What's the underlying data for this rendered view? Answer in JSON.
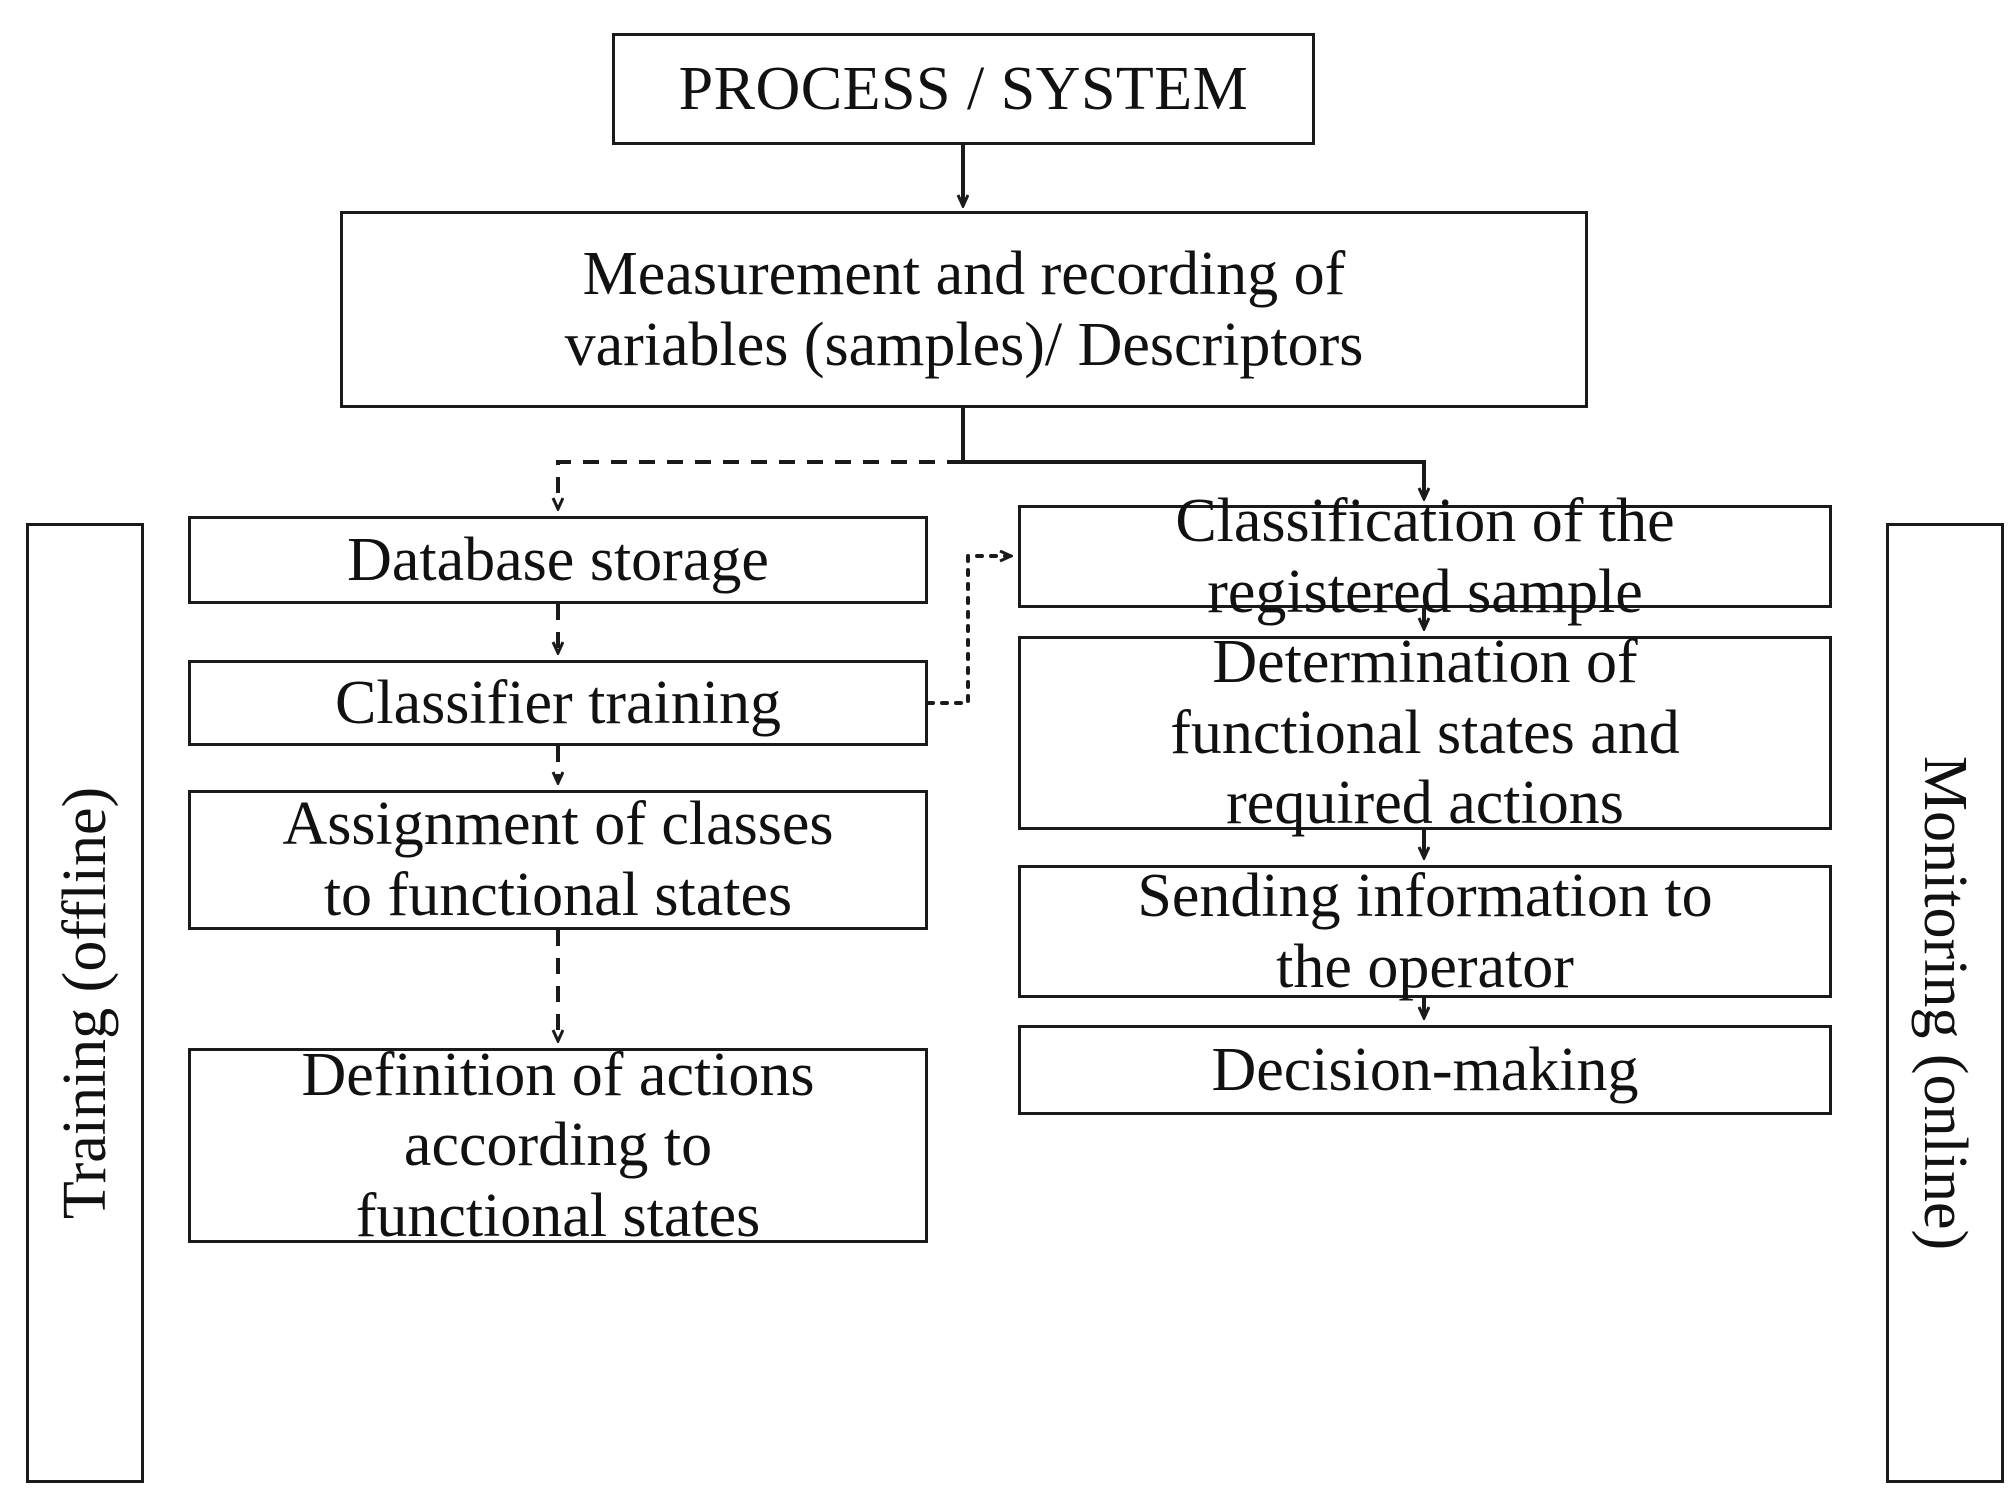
{
  "diagram": {
    "title": "Training and monitoring flowchart",
    "colors": {
      "stroke": "#1a1a1a",
      "background": "#ffffff",
      "text": "#111111"
    },
    "rails": {
      "left": "Training (offline)",
      "right": "Monitoring (online)"
    },
    "nodes": {
      "process": "PROCESS / SYSTEM",
      "measurement_line1": "Measurement and recording of",
      "measurement_line2": "variables (samples)/ Descriptors",
      "database_storage": "Database storage",
      "classifier_training": "Classifier training",
      "assignment_line1": "Assignment of classes",
      "assignment_line2": "to functional states",
      "definition_line1": "Definition of actions",
      "definition_line2": "according to",
      "definition_line3": "functional states",
      "classification_line1": "Classification of the",
      "classification_line2": "registered sample",
      "determination_line1": "Determination of",
      "determination_line2": "functional states and",
      "determination_line3": "required actions",
      "sending_line1": "Sending information to",
      "sending_line2": "the operator",
      "decision_making": "Decision-making"
    },
    "edges": [
      {
        "from": "process",
        "to": "measurement",
        "style": "solid"
      },
      {
        "from": "measurement",
        "to": "database_storage",
        "style": "dashed"
      },
      {
        "from": "measurement",
        "to": "classification",
        "style": "solid"
      },
      {
        "from": "database_storage",
        "to": "classifier_training",
        "style": "dashed"
      },
      {
        "from": "classifier_training",
        "to": "assignment",
        "style": "dashed"
      },
      {
        "from": "assignment",
        "to": "definition",
        "style": "dashed"
      },
      {
        "from": "classifier_training",
        "to": "classification",
        "style": "dotted"
      },
      {
        "from": "classification",
        "to": "determination",
        "style": "solid"
      },
      {
        "from": "determination",
        "to": "sending",
        "style": "solid"
      },
      {
        "from": "sending",
        "to": "decision_making",
        "style": "solid"
      }
    ]
  }
}
